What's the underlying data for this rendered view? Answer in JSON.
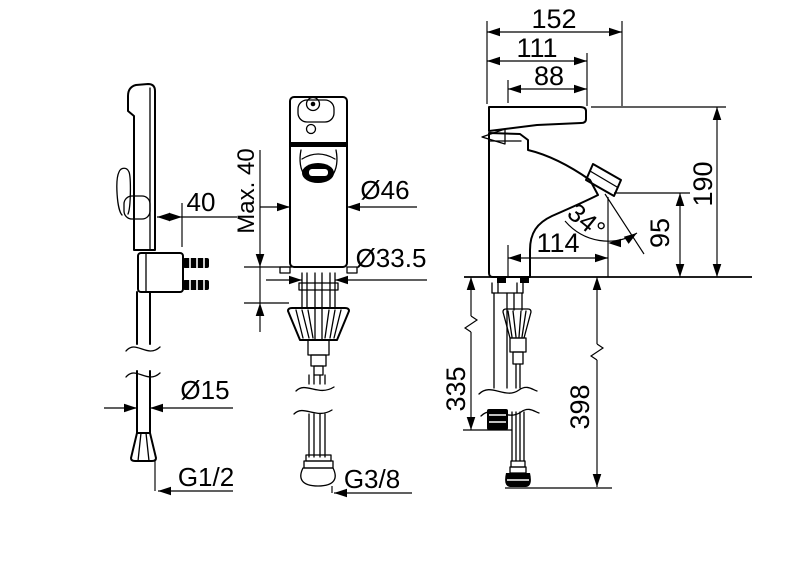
{
  "title": "Basin faucet with hand shower - dimension drawing",
  "colors": {
    "line": "#000000",
    "background": "#ffffff"
  },
  "views": {
    "hand_shower": {
      "bracket_depth": "40",
      "hose_diameter": "Ø15",
      "hose_thread": "G1/2"
    },
    "front": {
      "max_deck_thickness": "Max. 40",
      "body_diameter": "Ø46",
      "shank_diameter": "Ø33.5",
      "supply_thread": "G3/8"
    },
    "side": {
      "overall_length": "152",
      "body_length": "111",
      "lever_length": "88",
      "total_height": "190",
      "outlet_height": "95",
      "outlet_angle": "34°",
      "outlet_reach": "114",
      "supply_length_a": "335",
      "supply_length_b": "398"
    }
  }
}
